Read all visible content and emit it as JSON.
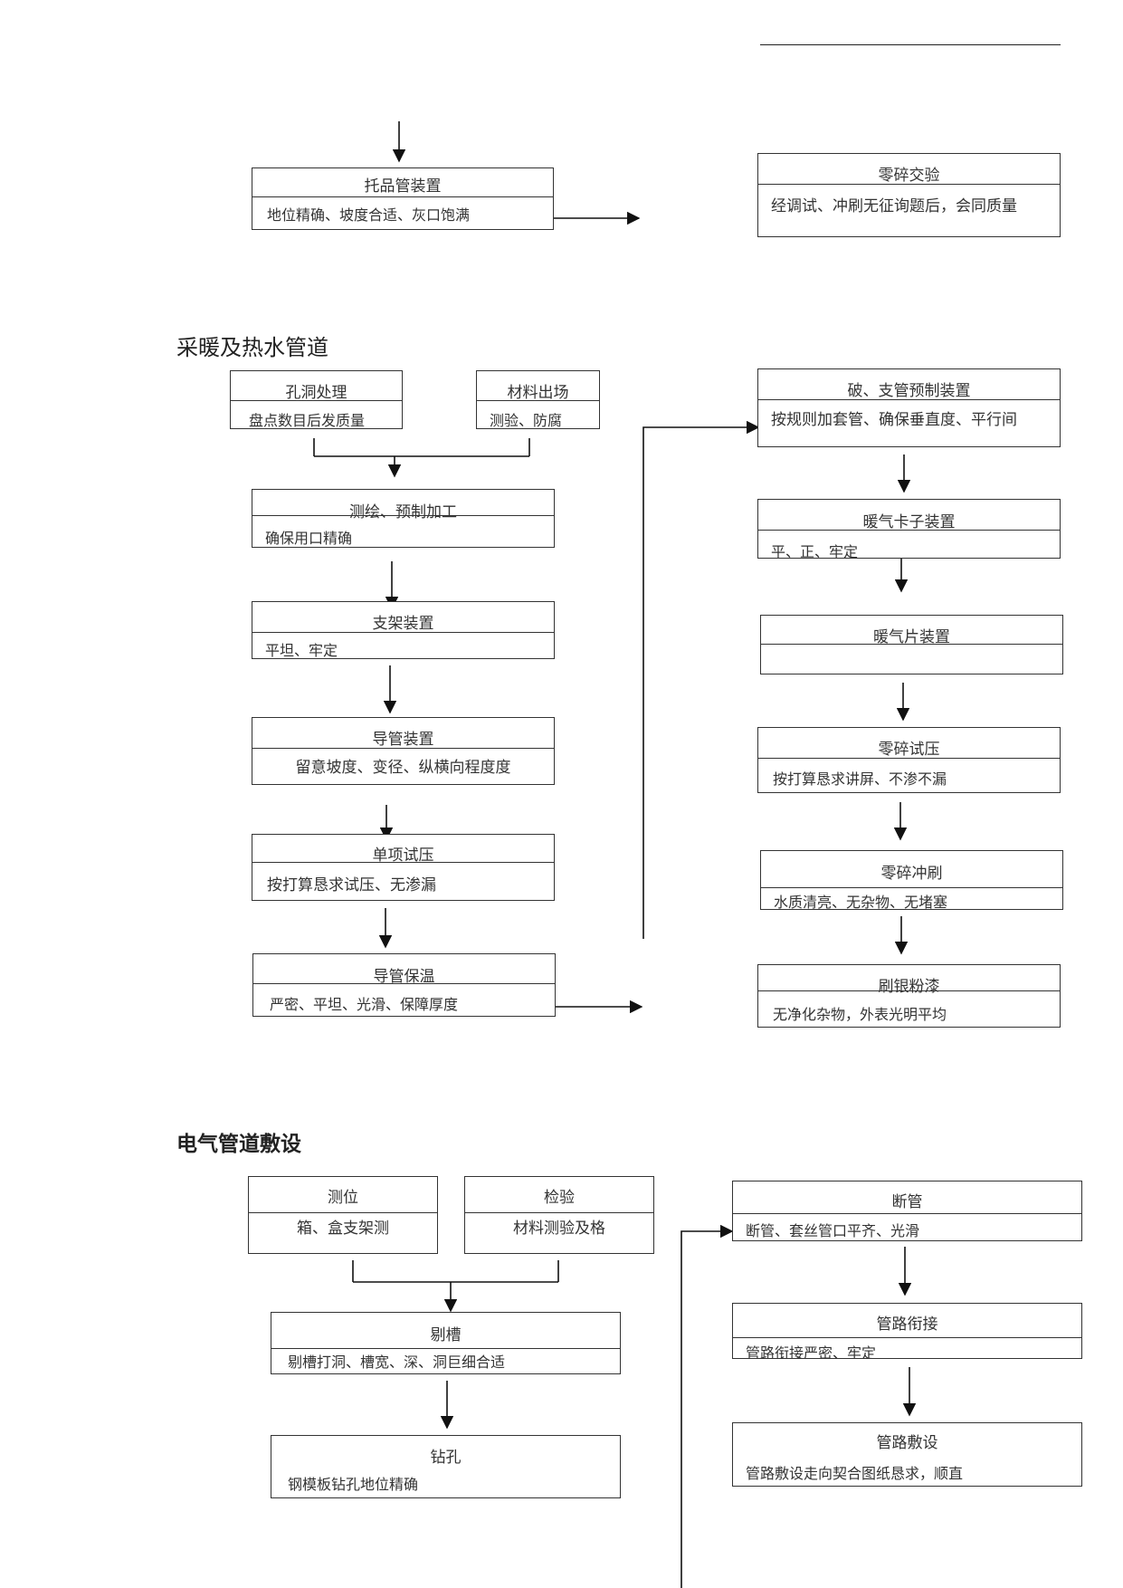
{
  "sections": {
    "heating_title": "采暖及热水管道",
    "electrical_title": "电气管道敷设"
  },
  "boxes": {
    "tuopin": {
      "title": "托品管装置",
      "desc": "地位精确、坡度合适、灰口饱满"
    },
    "lingsui_jiaoyan": {
      "title": "零碎交验",
      "desc": "经调试、冲刷无征询题后，会同质量"
    },
    "kongdong": {
      "title": "孔洞处理",
      "desc": "盘点数目后发质量"
    },
    "cailiao": {
      "title": "材料出场",
      "desc": "测验、防腐"
    },
    "cehui": {
      "title": "测绘、预制加工",
      "desc": "确保用口精确"
    },
    "zhijia": {
      "title": "支架装置",
      "desc": "平坦、牢定"
    },
    "daoguan": {
      "title": "导管装置",
      "desc": "留意坡度、变径、纵横向程度度"
    },
    "danxiang": {
      "title": "单项试压",
      "desc": "按打算恳求试压、无渗漏"
    },
    "baowen": {
      "title": "导管保温",
      "desc": "严密、平坦、光滑、保障厚度"
    },
    "zhiguan": {
      "title": "破、支管预制装置",
      "desc": "按规则加套管、确保垂直度、平行间"
    },
    "kazi": {
      "title": "暖气卡子装置",
      "desc": "平、正、牢定"
    },
    "nuanqipian": {
      "title": "暖气片装置",
      "desc": ""
    },
    "shiya": {
      "title": "零碎试压",
      "desc": "按打算恳求讲屏、不渗不漏"
    },
    "chongshua": {
      "title": "零碎冲刷",
      "desc": "水质清亮、无杂物、无堵塞"
    },
    "fenqi": {
      "title": "刷银粉漆",
      "desc": "无净化杂物，外表光明平均"
    },
    "cewei": {
      "title": "测位",
      "desc": "箱、盒支架测"
    },
    "jianyan": {
      "title": "检验",
      "desc": "材料测验及格"
    },
    "ticao": {
      "title": "剔槽",
      "desc": "剔槽打洞、槽宽、深、洞巨细合适"
    },
    "zuankong": {
      "title": "钻孔",
      "desc": "钢模板钻孔地位精确"
    },
    "duanguan": {
      "title": "断管",
      "desc": "断管、套丝管口平齐、光滑"
    },
    "xianjie": {
      "title": "管路衔接",
      "desc": "管路衔接严密、牢定"
    },
    "fushe": {
      "title": "管路敷设",
      "desc": "管路敷设走向契合图纸恳求，顺直"
    }
  }
}
